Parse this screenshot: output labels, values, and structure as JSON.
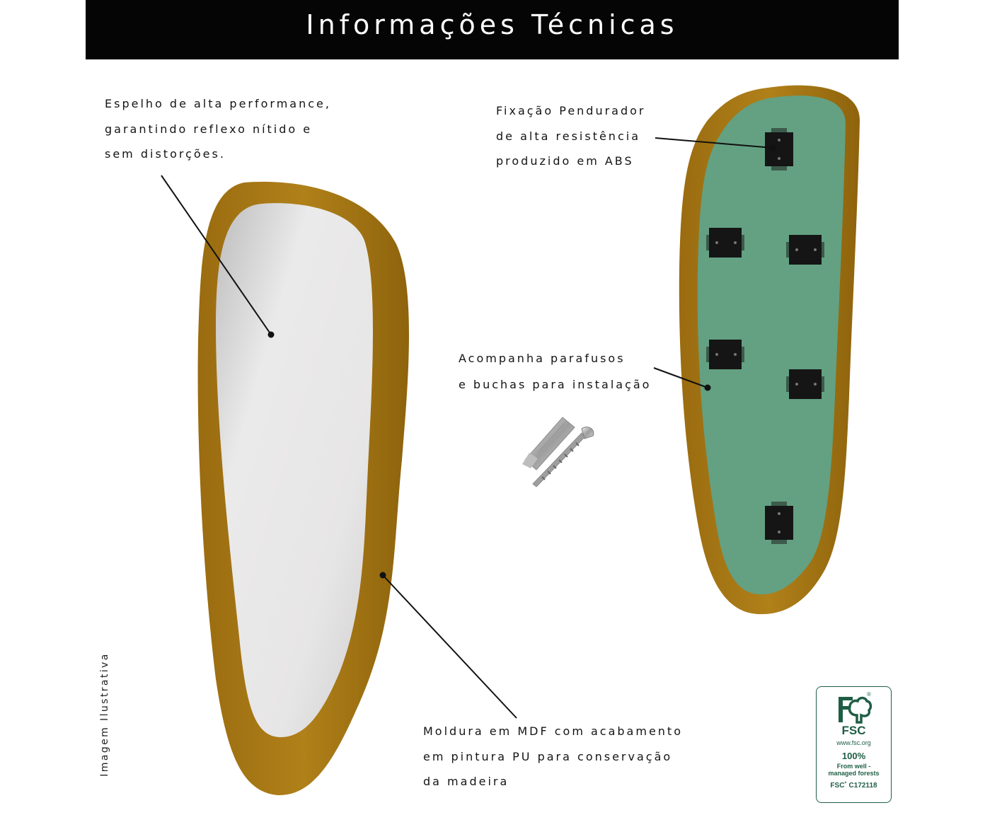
{
  "header": {
    "title": "Informações Técnicas"
  },
  "labels": {
    "mirror": [
      "Espelho de alta performance,",
      "garantindo reflexo nítido e",
      "sem distorções."
    ],
    "hanger": [
      "Fixação Pendurador",
      "de alta resistência",
      "produzido em ABS"
    ],
    "screws": [
      "Acompanha parafusos",
      "e buchas para instalação"
    ],
    "frame": [
      "Moldura em MDF com acabamento",
      "em pintura PU para conservação",
      "da madeira"
    ]
  },
  "note": "Imagem Ilustrativa",
  "fsc": {
    "name": "FSC",
    "url": "www.fsc.org",
    "percent": "100%",
    "desc_line1": "From well -",
    "desc_line2": "managed forests",
    "code": "FSC˚ C172118",
    "reg": "®"
  },
  "colors": {
    "frame_gold": "#A87814",
    "back_green": "#63A182",
    "mirror_silver": "#E4E2E3",
    "bracket": "#151515",
    "fsc_green": "#1F5E45"
  },
  "icons": {
    "fsc_logo": "fsc-tree-icon",
    "screw_kit": "screw-anchor-icon"
  }
}
